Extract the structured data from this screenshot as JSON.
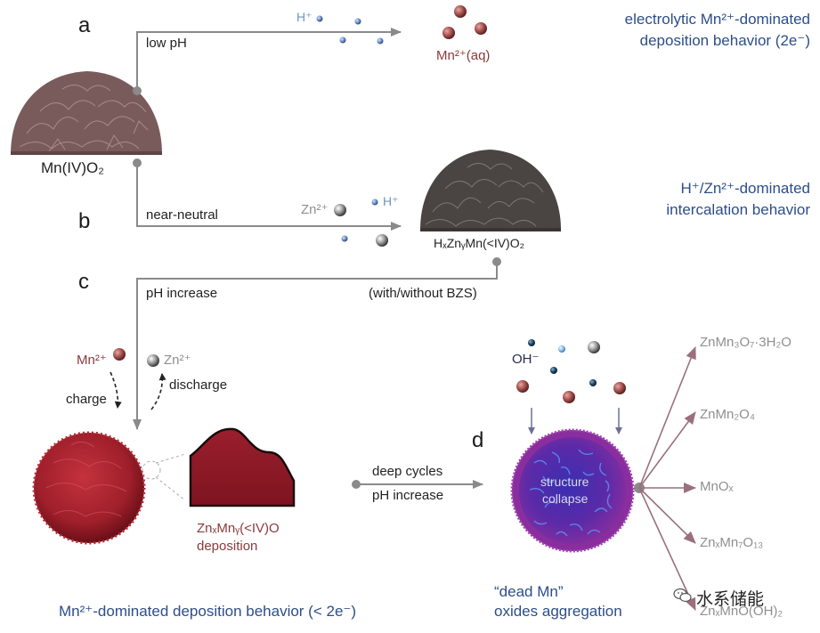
{
  "panels": {
    "a": "a",
    "b": "b",
    "c": "c",
    "d": "d"
  },
  "panel_a": {
    "condition": "low pH",
    "ion_label": "H⁺",
    "product": "Mn²⁺(aq)",
    "behavior_line1": "electrolytic Mn²⁺-dominated",
    "behavior_line2": "deposition behavior (2e⁻)"
  },
  "start": {
    "material": "Mn(IV)O₂"
  },
  "panel_b": {
    "condition": "near-neutral",
    "zn_label": "Zn²⁺",
    "h_label": "H⁺",
    "product": "HₓZnᵧMn(<IV)O₂",
    "behavior_line1": "H⁺/Zn²⁺-dominated",
    "behavior_line2": "intercalation behavior"
  },
  "panel_c": {
    "condition": "pH increase",
    "note": "(with/without BZS)",
    "mn_label": "Mn²⁺",
    "zn_label": "Zn²⁺",
    "charge": "charge",
    "discharge": "discharge",
    "deposit_line1": "ZnₓMnᵧ(<IV)O",
    "deposit_line2": "deposition",
    "behavior": "Mn²⁺-dominated deposition behavior (< 2e⁻)"
  },
  "transition": {
    "line1": "deep cycles",
    "line2": "pH increase"
  },
  "panel_d": {
    "oh_label": "OH⁻",
    "center_line1": "structure",
    "center_line2": "collapse",
    "caption_line1": "“dead Mn”",
    "caption_line2": "oxides aggregation",
    "products": [
      "ZnMn₃O₇·3H₂O",
      "ZnMn₂O₄",
      "MnOₓ",
      "ZnₓMn₇O₁₃",
      "ZnₓMnO(OH)₂"
    ]
  },
  "watermark": "水系储能",
  "colors": {
    "blue_text": "#2c4e8a",
    "wine": "#8c3a3a",
    "arrow_grey": "#8a8a8a",
    "product_arrow": "#9a6f7e",
    "purple_particle": "#6a2fa0",
    "red_particle": "#9e1f2a",
    "dark_particle": "#4a4542",
    "brown_particle": "#7a5c5c"
  },
  "icons": [
    "h-ion-icon",
    "mn-ion-icon",
    "zn-ion-icon",
    "oh-ion-icon",
    "wechat-icon"
  ]
}
